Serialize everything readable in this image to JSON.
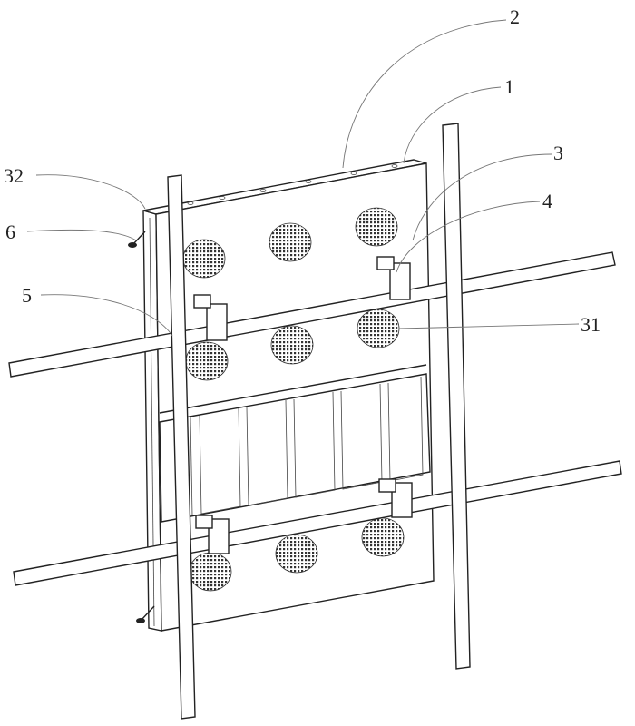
{
  "figure": {
    "reference_labels": {
      "label_2": "2",
      "label_1": "1",
      "label_3": "3",
      "label_4": "4",
      "label_32": "32",
      "label_6": "6",
      "label_5": "5",
      "label_31": "31"
    }
  }
}
